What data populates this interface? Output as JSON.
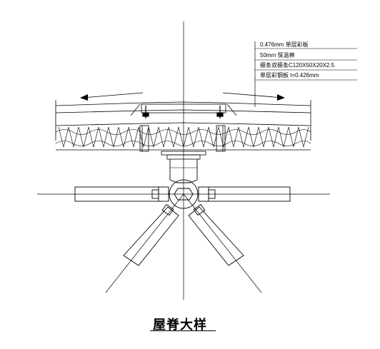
{
  "callouts": [
    {
      "text": "0.476mm 单层彩板"
    },
    {
      "text": "50mm 保温棉"
    },
    {
      "text": "檩条双檩条C120X50X20X2.5"
    },
    {
      "text": "单层彩钢板  t=0.426mm"
    }
  ],
  "title": "屋脊大样",
  "colors": {
    "line": "#000000",
    "background": "#ffffff"
  }
}
